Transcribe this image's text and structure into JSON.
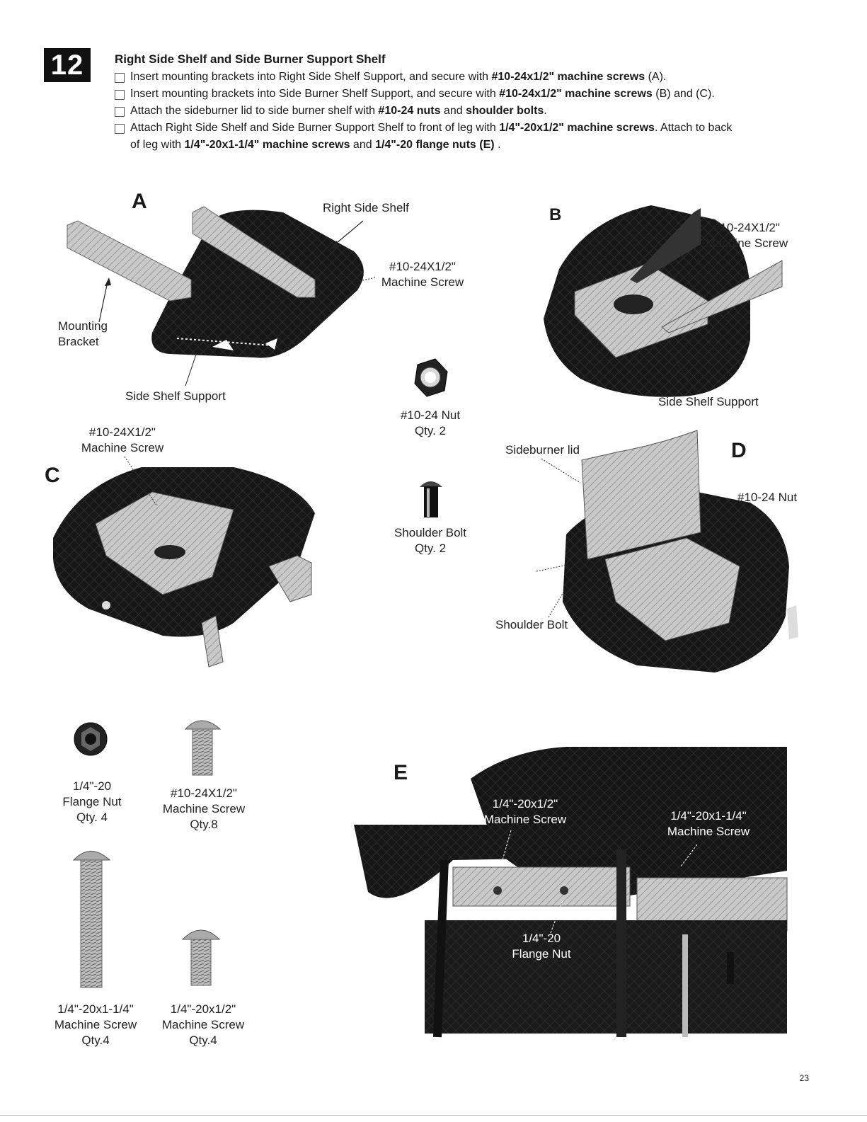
{
  "step": {
    "number": "12",
    "title": "Right Side Shelf and Side Burner Support Shelf",
    "instructions": [
      {
        "pre": "Insert mounting brackets into Right Side Shelf Support, and secure with ",
        "b1": "#10-24x1/2\" machine screws",
        "mid": " (A).",
        "b2": "",
        "post": ""
      },
      {
        "pre": "Insert mounting brackets into Side Burner Shelf Support, and secure with ",
        "b1": "#10-24x1/2\" machine screws",
        "mid": " (B) and (C).",
        "b2": "",
        "post": ""
      },
      {
        "pre": "Attach the sideburner lid to side burner shelf with ",
        "b1": "#10-24 nuts",
        "mid": " and ",
        "b2": "shoulder bolts",
        "post": "."
      },
      {
        "pre": "Attach Right Side Shelf and Side Burner Support Shelf to front of leg with ",
        "b1": "1/4\"-20x1/2\" machine screws",
        "mid": ". Attach to back",
        "b2": "",
        "post": ""
      }
    ],
    "instruction4_line2": {
      "pre": "of leg with ",
      "b1": "1/4\"-20x1-1/4\" machine screws",
      "mid": " and ",
      "b2": "1/4\"-20 flange nuts (E)",
      "post": " ."
    }
  },
  "figures": {
    "a": {
      "letter": "A",
      "right_side_shelf": "Right Side Shelf",
      "screw_l1": "#10-24X1/2\"",
      "screw_l2": "Machine Screw",
      "bracket_l1": "Mounting",
      "bracket_l2": "Bracket",
      "support": "Side Shelf Support"
    },
    "b": {
      "letter": "B",
      "screw_l1": "#10-24X1/2\"",
      "screw_l2": "Machine Screw",
      "support": "Side Shelf Support"
    },
    "c": {
      "letter": "C",
      "screw_l1": "#10-24X1/2\"",
      "screw_l2": "Machine Screw"
    },
    "d": {
      "letter": "D",
      "lid": "Sideburner lid",
      "nut": "#10-24 Nut",
      "bolt": "Shoulder Bolt"
    },
    "e": {
      "letter": "E",
      "screw_short_l1": "1/4\"-20x1/2\"",
      "screw_short_l2": "Machine Screw",
      "screw_long_l1": "1/4\"-20x1-1/4\"",
      "screw_long_l2": "Machine Screw",
      "nut_l1": "1/4\"-20",
      "nut_l2": "Flange Nut"
    }
  },
  "parts": {
    "nut_10_24": {
      "l1": "#10-24 Nut",
      "l2": "Qty. 2"
    },
    "shoulder_bolt": {
      "l1": "Shoulder Bolt",
      "l2": "Qty. 2"
    },
    "flange_nut": {
      "l1": "1/4\"-20",
      "l2": "Flange Nut",
      "l3": "Qty. 4"
    },
    "screw_10_24": {
      "l1": "#10-24X1/2\"",
      "l2": "Machine Screw",
      "l3": "Qty.8"
    },
    "screw_long": {
      "l1": "1/4\"-20x1-1/4\"",
      "l2": "Machine Screw",
      "l3": "Qty.4"
    },
    "screw_short": {
      "l1": "1/4\"-20x1/2\"",
      "l2": "Machine Screw",
      "l3": "Qty.4"
    }
  },
  "page_number": "23"
}
